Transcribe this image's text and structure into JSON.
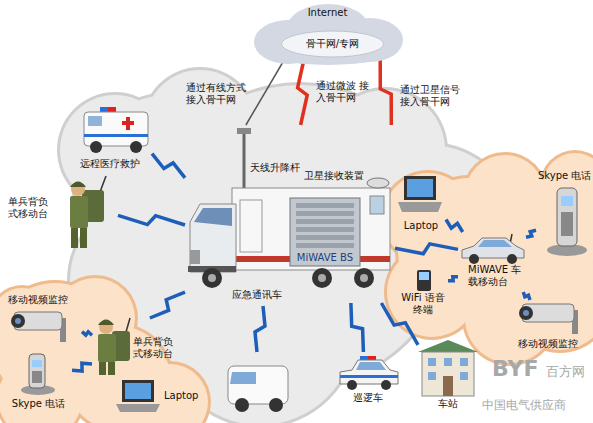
{
  "diagram": {
    "nodes": [
      {
        "text": [
          "Internet"
        ]
      },
      {
        "text": [
          "骨干网/专网"
        ],
        "in": 0
      },
      {
        "text": [
          "远程医疗救护"
        ]
      },
      {
        "text": [
          "单兵背负 式移动台"
        ]
      },
      {
        "text": [
          "应急通讯车"
        ]
      },
      {
        "text": [
          "MiWAVE BS"
        ],
        "in": 4
      },
      {
        "text": [
          "移动视频监控"
        ]
      },
      {
        "text": [
          "单兵背负 式移动台"
        ]
      },
      {
        "text": [
          "Skype 电话"
        ]
      },
      {
        "text": [
          "Laptop"
        ]
      },
      {
        "text": [
          "巡逻车"
        ]
      },
      {
        "text": [
          "车站"
        ]
      },
      {
        "text": [
          "Laptop"
        ]
      },
      {
        "text": [
          "Skype 电话"
        ]
      },
      {
        "text": [
          "MiWAVE 车载移动台"
        ]
      },
      {
        "text": [
          "WiFi 语音终端"
        ]
      },
      {
        "text": [
          "移动视频监控"
        ]
      }
    ],
    "edges": [
      {
        "from": 4,
        "to": 1,
        "arrow": "none",
        "label": "通过有线方式 接入骨干网"
      },
      {
        "from": 4,
        "to": 1,
        "arrow": "none",
        "label": "通过微波 接入骨干网"
      },
      {
        "from": 4,
        "to": 1,
        "arrow": "none",
        "label": "通过卫星信号 接入骨干网"
      },
      {
        "from": 4,
        "to": 2,
        "arrow": "none"
      },
      {
        "from": 4,
        "to": 3,
        "arrow": "none"
      },
      {
        "from": 4,
        "to": 7,
        "arrow": "none"
      },
      {
        "from": 7,
        "to": 6,
        "arrow": "none"
      },
      {
        "from": 7,
        "to": 8,
        "arrow": "none"
      },
      {
        "from": 4,
        "to": 10,
        "arrow": "none"
      },
      {
        "from": 4,
        "to": 11,
        "arrow": "none"
      },
      {
        "from": 4,
        "to": 14,
        "arrow": "none"
      },
      {
        "from": 14,
        "to": 12,
        "arrow": "none"
      },
      {
        "from": 14,
        "to": 13,
        "arrow": "none"
      },
      {
        "from": 14,
        "to": 15,
        "arrow": "none"
      },
      {
        "from": 14,
        "to": 16,
        "arrow": "none"
      }
    ],
    "labels": [
      "天线升降杆",
      "卫星接收装置",
      "BYF",
      "百方网",
      "中国电气供应商"
    ]
  }
}
